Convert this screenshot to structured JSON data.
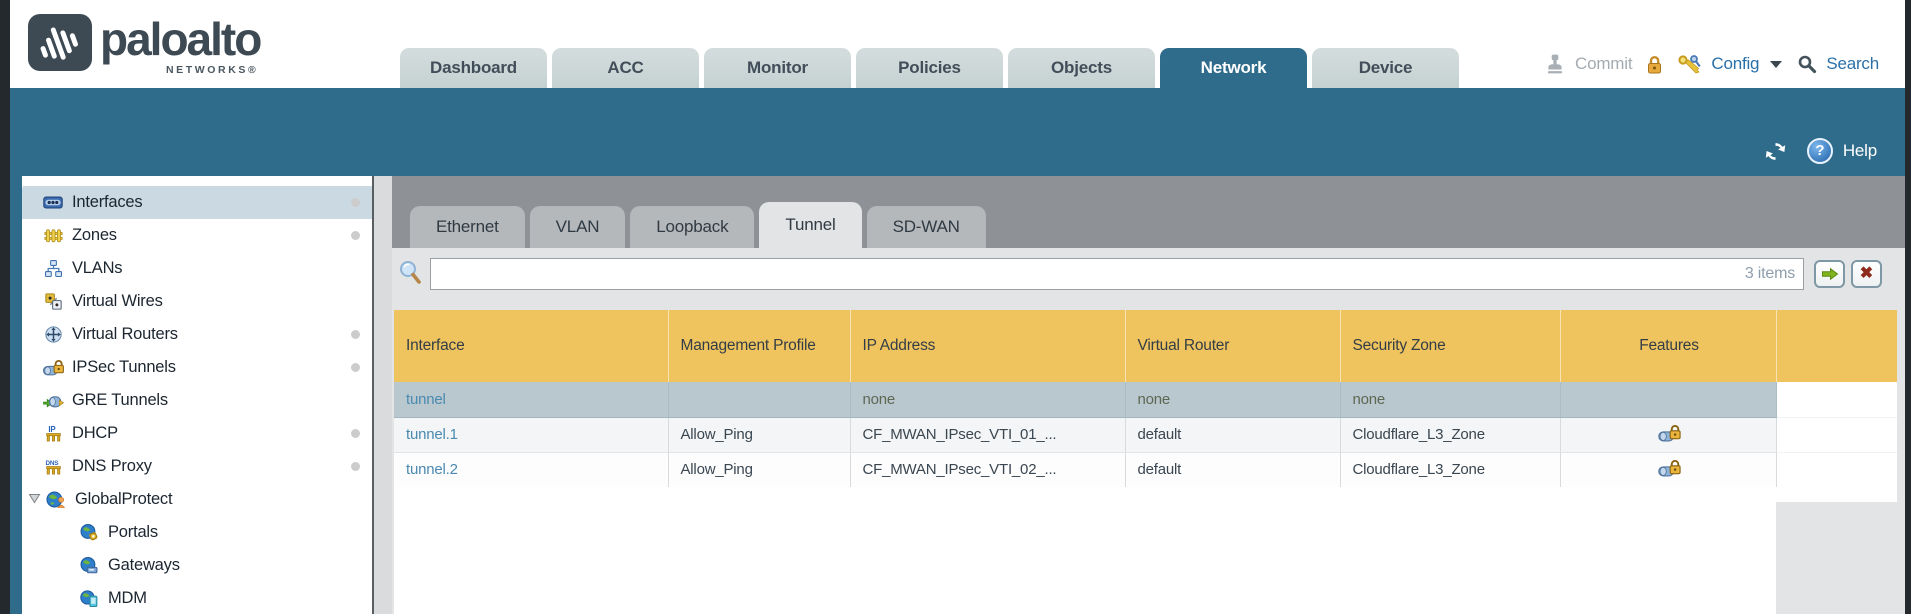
{
  "brand": {
    "name": "paloalto",
    "sub": "NETWORKS®"
  },
  "main_tabs": {
    "items": [
      {
        "label": "Dashboard",
        "selected": false
      },
      {
        "label": "ACC",
        "selected": false
      },
      {
        "label": "Monitor",
        "selected": false
      },
      {
        "label": "Policies",
        "selected": false
      },
      {
        "label": "Objects",
        "selected": false
      },
      {
        "label": "Network",
        "selected": true
      },
      {
        "label": "Device",
        "selected": false
      }
    ]
  },
  "top_actions": {
    "commit_label": "Commit",
    "commit_icon": "commit-stamp-icon",
    "lock_icon": "lock-icon",
    "config_label": "Config",
    "config_icon": "config-keys-icon",
    "search_label": "Search",
    "search_icon": "search-icon"
  },
  "toolbar": {
    "refresh_icon": "refresh-icon",
    "help_icon": "help-icon",
    "help_label": "Help"
  },
  "sidebar": {
    "items": [
      {
        "label": "Interfaces",
        "icon": "interfaces-icon",
        "selected": true,
        "dot": true
      },
      {
        "label": "Zones",
        "icon": "zones-icon",
        "dot": true
      },
      {
        "label": "VLANs",
        "icon": "vlans-icon"
      },
      {
        "label": "Virtual Wires",
        "icon": "virtual-wires-icon"
      },
      {
        "label": "Virtual Routers",
        "icon": "virtual-routers-icon",
        "dot": true
      },
      {
        "label": "IPSec Tunnels",
        "icon": "ipsec-tunnels-icon",
        "dot": true
      },
      {
        "label": "GRE Tunnels",
        "icon": "gre-tunnels-icon"
      },
      {
        "label": "DHCP",
        "icon": "dhcp-icon",
        "dot": true
      },
      {
        "label": "DNS Proxy",
        "icon": "dns-proxy-icon",
        "dot": true
      },
      {
        "label": "GlobalProtect",
        "icon": "globalprotect-icon",
        "expanded": true
      },
      {
        "label": "Portals",
        "icon": "portals-icon",
        "child": true
      },
      {
        "label": "Gateways",
        "icon": "gateways-icon",
        "child": true
      },
      {
        "label": "MDM",
        "icon": "mdm-icon",
        "child": true
      }
    ]
  },
  "subtabs": {
    "items": [
      {
        "label": "Ethernet",
        "selected": false
      },
      {
        "label": "VLAN",
        "selected": false
      },
      {
        "label": "Loopback",
        "selected": false
      },
      {
        "label": "Tunnel",
        "selected": true
      },
      {
        "label": "SD-WAN",
        "selected": false
      }
    ]
  },
  "search": {
    "value": "",
    "placeholder": "",
    "count_label": "3 items",
    "apply_icon": "green-arrow-icon",
    "clear_icon": "red-x-icon",
    "magnifier_icon": "magnifier-icon"
  },
  "table": {
    "columns": [
      "Interface",
      "Management Profile",
      "IP Address",
      "Virtual Router",
      "Security Zone",
      "Features"
    ],
    "rows": [
      {
        "interface": "tunnel",
        "management_profile": "",
        "ip_address": "none",
        "virtual_router": "none",
        "security_zone": "none",
        "features_icon": "",
        "selected": true
      },
      {
        "interface": "tunnel.1",
        "management_profile": "Allow_Ping",
        "ip_address": "CF_MWAN_IPsec_VTI_01_...",
        "virtual_router": "default",
        "security_zone": "Cloudflare_L3_Zone",
        "features_icon": "ipsec-lock-icon"
      },
      {
        "interface": "tunnel.2",
        "management_profile": "Allow_Ping",
        "ip_address": "CF_MWAN_IPsec_VTI_02_...",
        "virtual_router": "default",
        "security_zone": "Cloudflare_L3_Zone",
        "features_icon": "ipsec-lock-icon"
      }
    ]
  },
  "colors": {
    "accent_teal": "#2f6b8a",
    "table_header_yellow": "#efc45f",
    "selected_row": "#b9c7ce",
    "link_blue": "#4a8ab0",
    "band_gray": "#8e9297",
    "content_gray": "#e3e4e5"
  }
}
